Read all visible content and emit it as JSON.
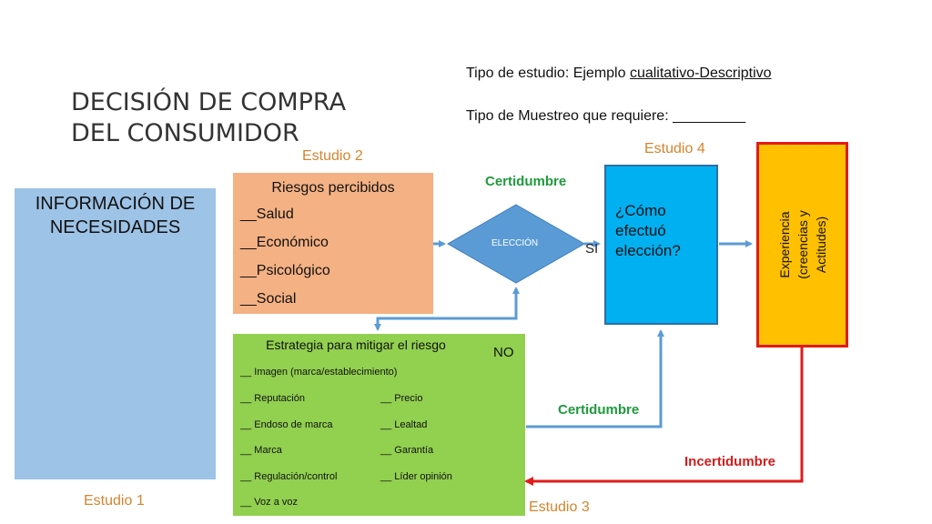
{
  "title": {
    "line1": "DECISIÓN DE COMPRA",
    "line2": "DEL CONSUMIDOR"
  },
  "meta": {
    "study_type_prefix": "Tipo de estudio: Ejemplo ",
    "study_type_value": "cualitativo-Descriptivo",
    "sampling": "Tipo de Muestreo que requiere: _________"
  },
  "studies": {
    "s1": "Estudio 1",
    "s2": "Estudio 2",
    "s3": "Estudio 3",
    "s4": "Estudio 4"
  },
  "info": {
    "line1": "INFORMACIÓN DE",
    "line2": "NECESIDADES"
  },
  "risks": {
    "title": "Riesgos percibidos",
    "items": [
      "__Salud",
      "__Económico",
      "__Psicológico",
      "__Social"
    ]
  },
  "decision": {
    "label": "ELECCIÓN",
    "yes": "SI"
  },
  "strategy": {
    "title": "Estrategia para mitigar el riesgo",
    "no": "NO",
    "left_items": [
      "__ Imagen (marca/establecimiento)",
      "__ Reputación",
      "__  Endoso de marca",
      "__  Marca",
      "__ Regulación/control",
      "__ Voz a voz"
    ],
    "right_items": [
      "__  Precio",
      "__  Lealtad",
      "__ Garantía",
      "__  Líder opinión"
    ]
  },
  "how": {
    "line1": "¿Cómo",
    "line2": "efectuó",
    "line3": "elección?"
  },
  "experience": {
    "line1": "Experiencia",
    "line2": "(creencias y",
    "line3": "Actitudes)"
  },
  "labels": {
    "certainty_top": "Certidumbre",
    "certainty_bottom": "Certidumbre",
    "uncertainty": "Incertidumbre"
  },
  "colors": {
    "info": "#9dc3e6",
    "risks": "#f4b183",
    "strategy": "#92d050",
    "how": "#00b0f0",
    "experience": "#ffc000",
    "decision": "#5b9bd5",
    "arrow_blue": "#5b9bd5",
    "arrow_red": "#e11b1b",
    "study_label": "#d4852f"
  }
}
